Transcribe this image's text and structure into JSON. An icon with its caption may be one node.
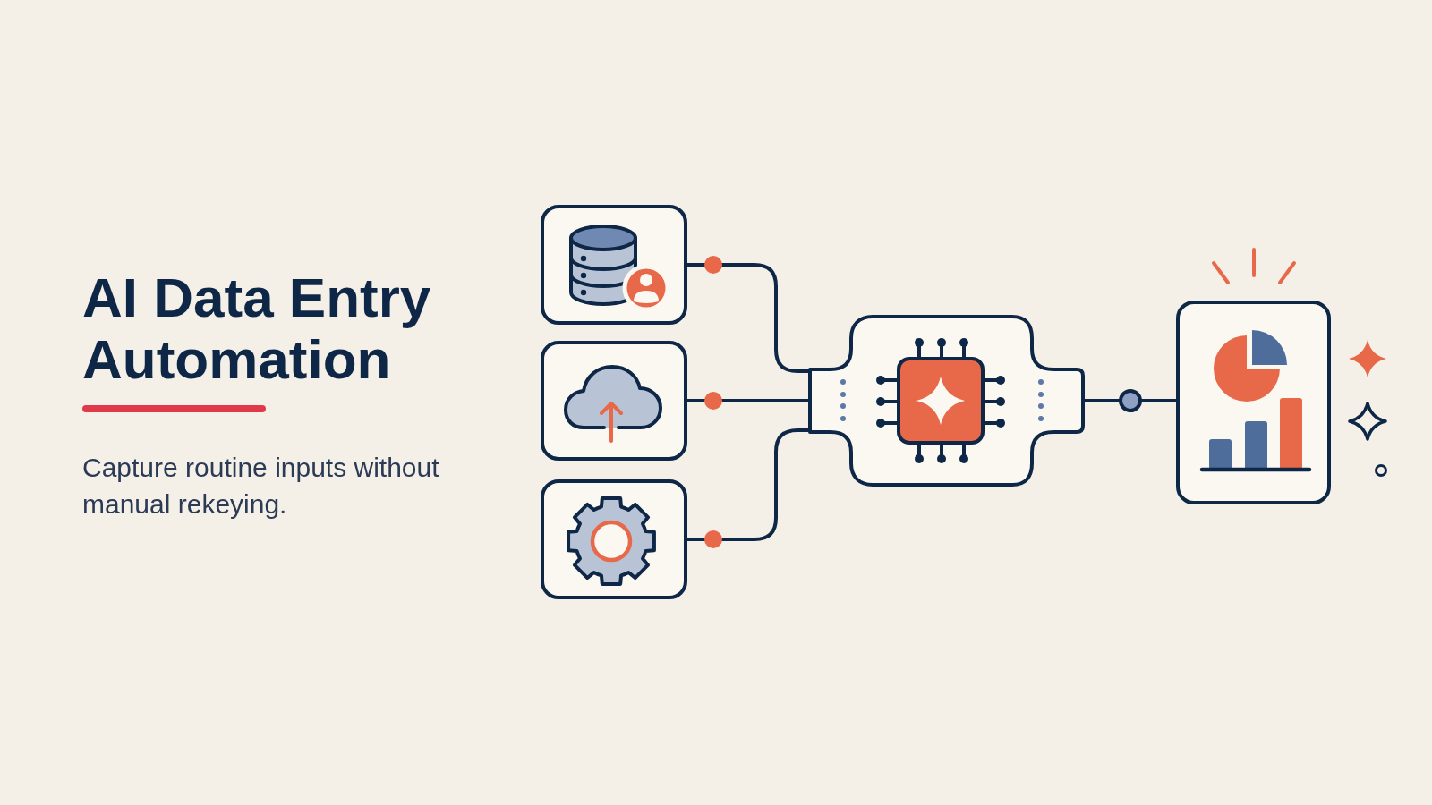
{
  "diagram": {
    "title": "AI Data Entry Automation",
    "caption": "Capture routine inputs without manual rekeying.",
    "nodes": [
      {
        "text": [],
        "shape": "picture"
      },
      {
        "text": [],
        "shape": "picture"
      },
      {
        "text": [],
        "shape": "picture"
      },
      {
        "text": [],
        "shape": "picture"
      },
      {
        "text": [],
        "shape": "picture"
      }
    ],
    "edges": [
      {
        "from": 0,
        "to": 3,
        "arrow": "none"
      },
      {
        "from": 1,
        "to": 3,
        "arrow": "none"
      },
      {
        "from": 2,
        "to": 3,
        "arrow": "none"
      },
      {
        "from": 3,
        "to": 4,
        "arrow": "none"
      }
    ]
  }
}
